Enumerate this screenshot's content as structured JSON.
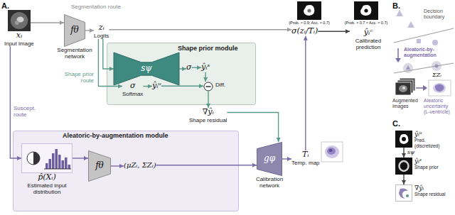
{
  "diagram": {
    "nodes": [
      {
        "text": [
          "xᵢ",
          "Input image"
        ]
      },
      {
        "text": [
          "fθ",
          "Segmentation network"
        ]
      },
      {
        "text": [
          "zᵢ",
          "Logits"
        ]
      },
      {
        "text": [
          "Shape prior module"
        ]
      },
      {
        "text": [
          "sψ"
        ],
        "in": 3
      },
      {
        "text": [
          "σ"
        ],
        "in": 3
      },
      {
        "text": [
          "ŷᵢˢ"
        ],
        "in": 3
      },
      {
        "text": [
          "σ",
          "Softmax"
        ],
        "in": 3
      },
      {
        "text": [
          "ŷᵢᵘ"
        ],
        "in": 3
      },
      {
        "text": [
          "Diff."
        ],
        "in": 3
      },
      {
        "text": [
          "∇ŷᵢ",
          "Shape residual"
        ]
      },
      {
        "text": [
          "Aleatoric-by-augmentation module"
        ]
      },
      {
        "text": [
          "p̂(Xᵢ)",
          "Estimated input distribution"
        ],
        "in": 11
      },
      {
        "text": [
          "fθ"
        ],
        "in": 11
      },
      {
        "text": [
          "(μZᵢ, ΣZᵢ)"
        ],
        "in": 11
      },
      {
        "text": [
          "gφ",
          "Calibration network"
        ]
      },
      {
        "text": [
          "Tᵢ",
          "Temp. map"
        ]
      },
      {
        "text": [
          "σ(zᵢ/Tᵢ)"
        ]
      },
      {
        "text": [
          "ŷᵢᶜ",
          "Calibrated prediction"
        ]
      },
      {
        "text": [
          "ŷᵢᵘ",
          "Pred. (discretized)"
        ]
      },
      {
        "text": [
          "ŷᵢˢ",
          "Shape prior"
        ]
      },
      {
        "text": [
          "∇ŷᵢ",
          "Shape residual"
        ]
      }
    ],
    "edges": [
      {
        "from": 0,
        "to": 1,
        "arrow": "to"
      },
      {
        "from": 1,
        "to": 2,
        "arrow": "to"
      },
      {
        "from": 2,
        "to": 17,
        "arrow": "to"
      },
      {
        "from": 2,
        "to": 4,
        "arrow": "to"
      },
      {
        "from": 2,
        "to": 7,
        "arrow": "to"
      },
      {
        "from": 4,
        "to": 5,
        "arrow": "to"
      },
      {
        "from": 5,
        "to": 6,
        "arrow": "to"
      },
      {
        "from": 7,
        "to": 8,
        "arrow": "to"
      },
      {
        "from": 8,
        "to": 9,
        "arrow": "to"
      },
      {
        "from": 6,
        "to": 9,
        "arrow": "to"
      },
      {
        "from": 9,
        "to": 10,
        "arrow": "to"
      },
      {
        "from": 10,
        "to": 15,
        "arrow": "to"
      },
      {
        "from": 0,
        "to": 12,
        "arrow": "to"
      },
      {
        "from": 12,
        "to": 13,
        "arrow": "to"
      },
      {
        "from": 13,
        "to": 14,
        "arrow": "to"
      },
      {
        "from": 14,
        "to": 15,
        "arrow": "to"
      },
      {
        "from": 15,
        "to": 16,
        "arrow": "to"
      },
      {
        "from": 16,
        "to": 17,
        "arrow": "to"
      },
      {
        "from": 17,
        "to": 18,
        "arrow": "to"
      },
      {
        "from": 19,
        "to": 20,
        "label": "sψ",
        "arrow": "to"
      },
      {
        "from": 20,
        "to": 21,
        "arrow": "to"
      }
    ],
    "labels": [
      "A.",
      "Segmentation route",
      "Shape prior route",
      "Suscept. route",
      "{Prob. ≈ 0.9; Acc. ≈ 0.7}",
      "{Prob. ≈ 0.7 ≈ Acc. ≈ 0.7}",
      "B.",
      "Decision boundary",
      "Aleatoric-by-augmentation",
      "ΣZᵢ",
      "Augmented images",
      "Aleatoric uncertainty (L-ventricle)",
      "C."
    ]
  }
}
